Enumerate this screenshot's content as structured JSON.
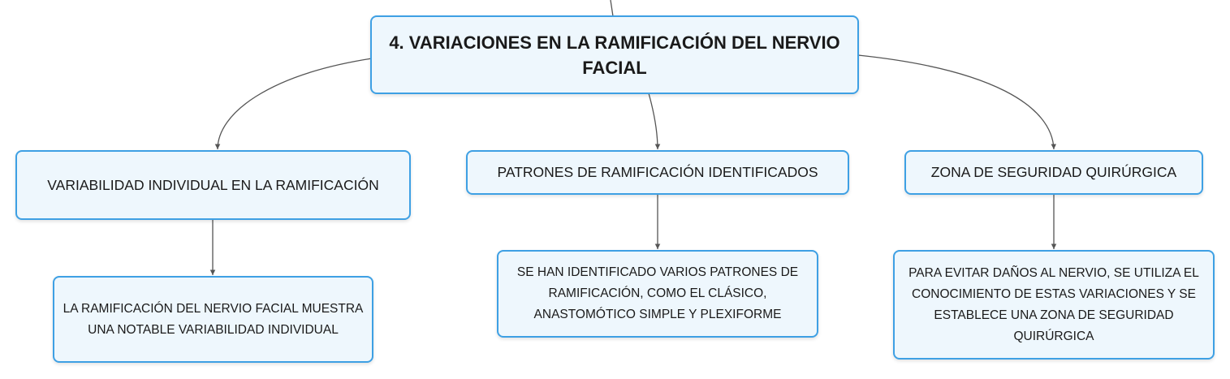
{
  "diagram": {
    "main_topic": "4. VARIACIONES EN LA RAMIFICACIÓN DEL NERVIO FACIAL",
    "branches": [
      {
        "label": "VARIABILIDAD INDIVIDUAL EN LA RAMIFICACIÓN",
        "detail": "LA RAMIFICACIÓN DEL NERVIO FACIAL MUESTRA UNA NOTABLE VARIABILIDAD INDIVIDUAL"
      },
      {
        "label": "PATRONES DE RAMIFICACIÓN IDENTIFICADOS",
        "detail": "SE HAN IDENTIFICADO VARIOS PATRONES DE RAMIFICACIÓN, COMO EL CLÁSICO, ANASTOMÓTICO SIMPLE Y PLEXIFORME"
      },
      {
        "label": "ZONA DE SEGURIDAD QUIRÚRGICA",
        "detail": "PARA EVITAR DAÑOS AL NERVIO, SE UTILIZA EL CONOCIMIENTO DE ESTAS VARIACIONES Y SE ESTABLECE UNA ZONA DE SEGURIDAD QUIRÚRGICA"
      }
    ],
    "colors": {
      "border": "#3ea0e4",
      "fill": "#eef7fd",
      "line": "#555555"
    }
  }
}
